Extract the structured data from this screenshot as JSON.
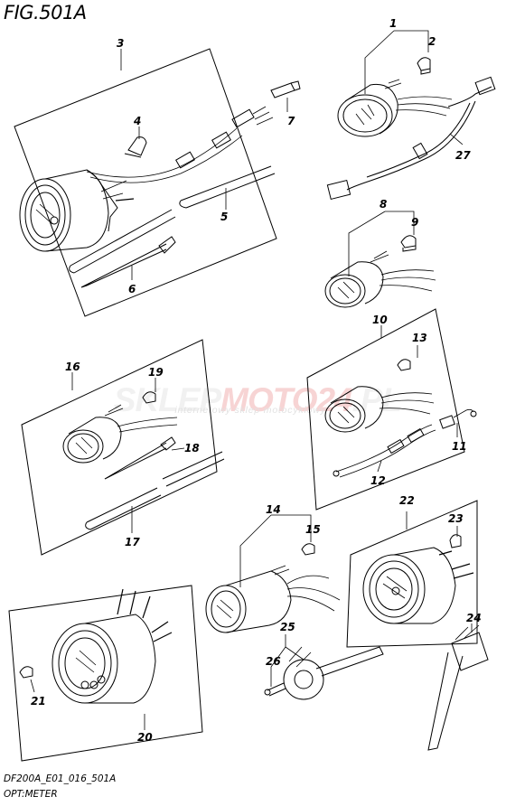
{
  "figure": {
    "title": "FIG.501A",
    "model_code": "DF200A_E01_016_501A",
    "caption": "OPT:METER"
  },
  "watermark": {
    "brand_part1": "SKLEP",
    "brand_part2": "MOTO",
    "brand_part3": "24",
    "brand_part4": ".PL",
    "tagline": "internetowy sklep motocyklowy"
  },
  "callouts": [
    "1",
    "2",
    "3",
    "4",
    "5",
    "6",
    "7",
    "8",
    "9",
    "10",
    "11",
    "12",
    "13",
    "14",
    "15",
    "16",
    "17",
    "18",
    "19",
    "20",
    "21",
    "22",
    "23",
    "24",
    "25",
    "26",
    "27"
  ],
  "colors": {
    "line": "#000000",
    "background": "#ffffff",
    "watermark_red": "#f7d4d4"
  }
}
